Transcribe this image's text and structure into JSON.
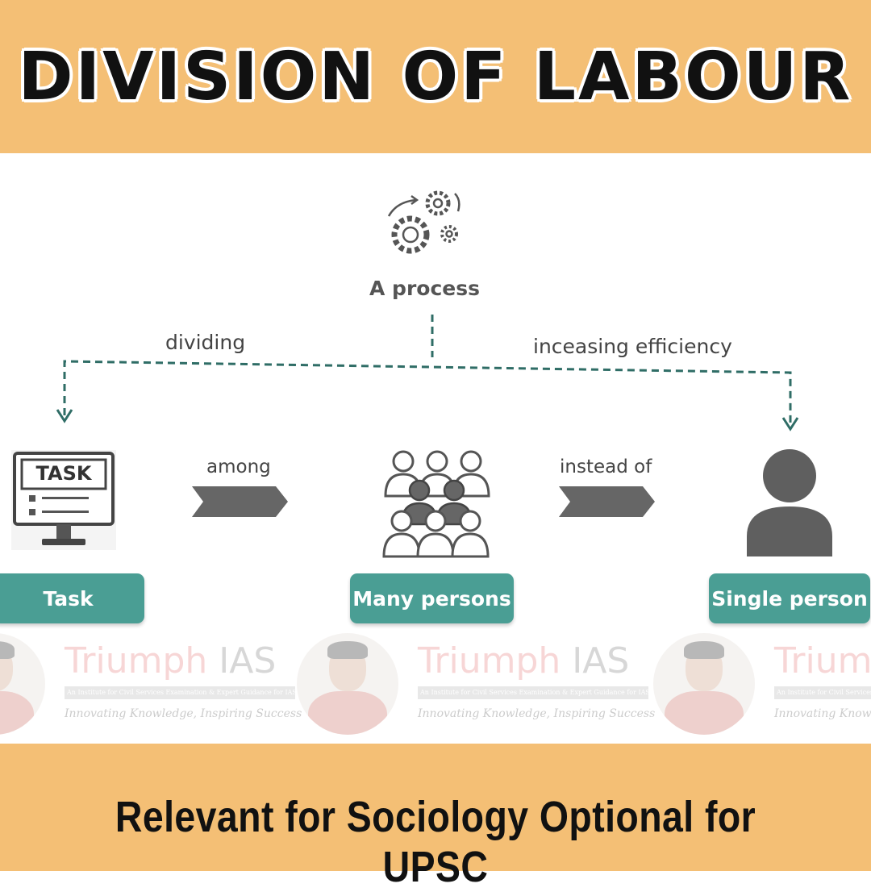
{
  "header": {
    "title": "DIVISION OF LABOUR"
  },
  "diagram": {
    "top_node": {
      "label": "A process",
      "icon": "gears-icon"
    },
    "edge_left_label": "dividing",
    "edge_right_label": "inceasing efficiency",
    "arrow_left_label": "among",
    "arrow_right_label": "instead of",
    "nodes": [
      {
        "label": "Task",
        "icon": "task-monitor-icon",
        "screen_text": "TASK"
      },
      {
        "label": "Many persons",
        "icon": "group-people-icon"
      },
      {
        "label": "Single person",
        "icon": "person-icon"
      }
    ],
    "colors": {
      "pill": "#4a9e94",
      "dashed_line": "#2f6d66",
      "icon_gray": "#5f5f5f",
      "chevron": "#666666"
    }
  },
  "branding": {
    "name_main": "Triumph",
    "name_accent": "IAS",
    "subtitle": "An Institute for Civil Services Examination & Expert Guidance for IAS",
    "tagline": "Innovating Knowledge, Inspiring Success"
  },
  "footer": {
    "text": "Relevant for Sociology Optional for UPSC"
  },
  "colors": {
    "band": "#f4bf75",
    "title_text": "#111111"
  }
}
